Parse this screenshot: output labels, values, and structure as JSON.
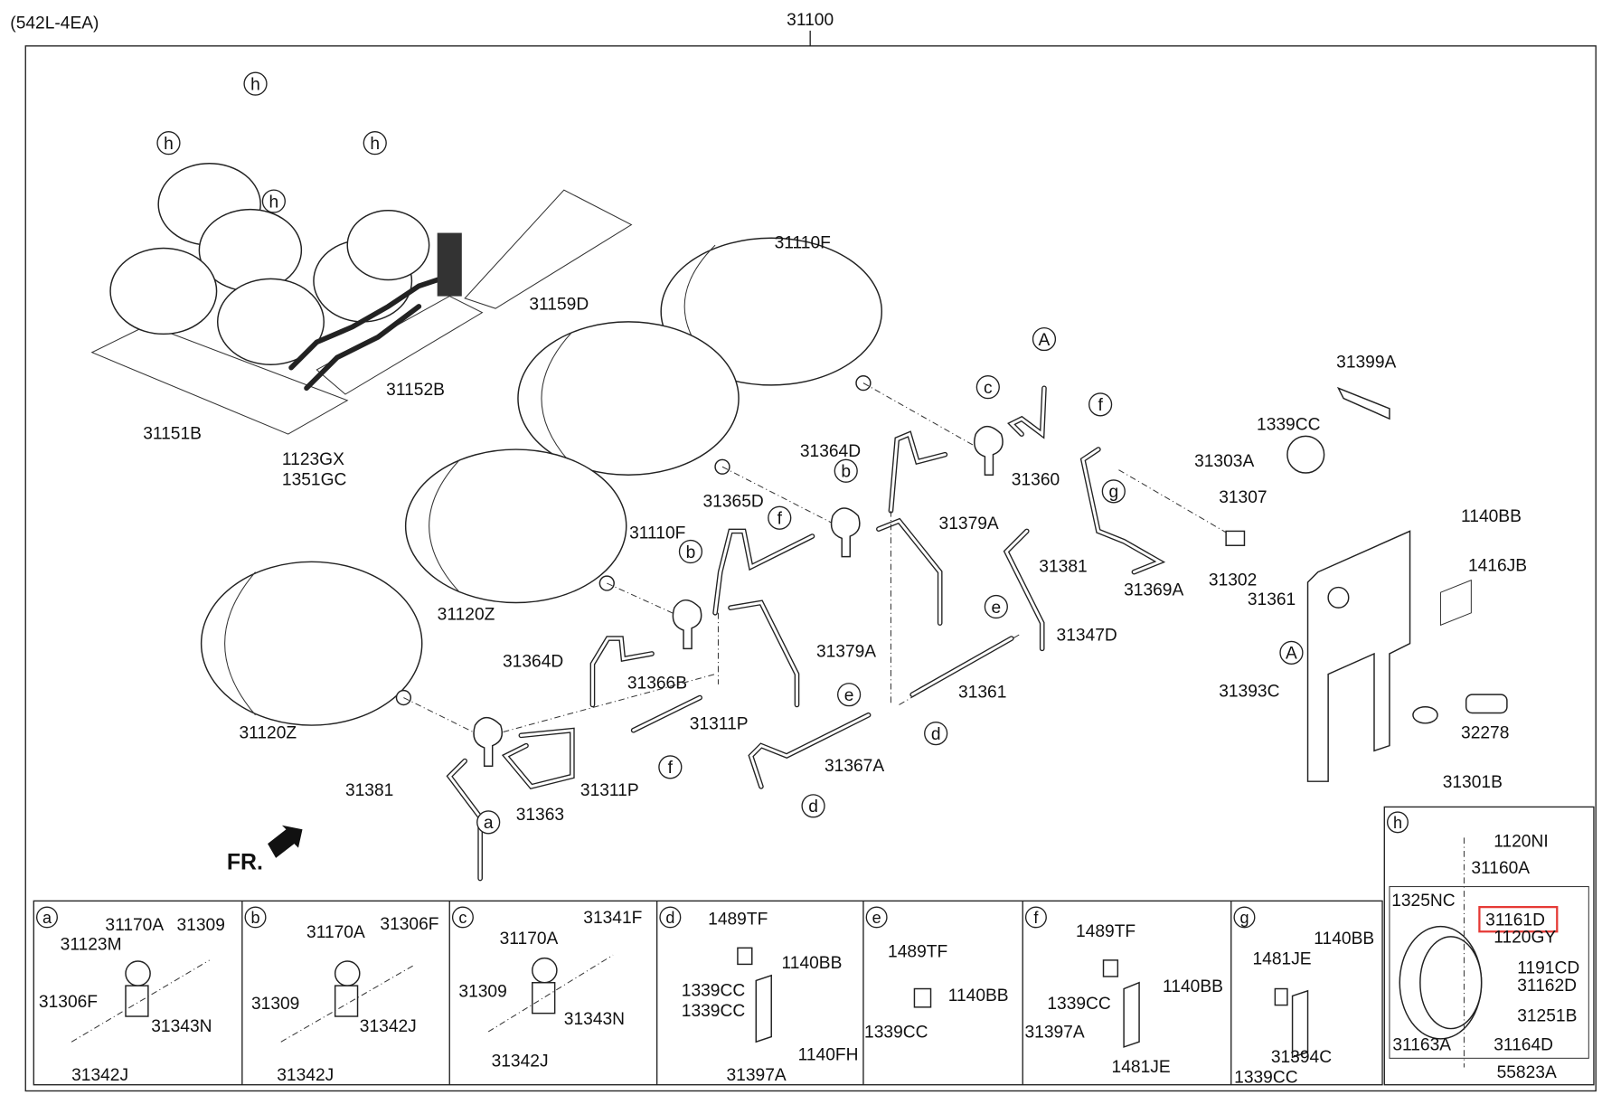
{
  "header": {
    "model_code": "(542L-4EA)",
    "assembly_number": "31100"
  },
  "highlight": {
    "part": "31161D",
    "color": "#e53935"
  },
  "main_labels": [
    "31110F",
    "31159D",
    "31152B",
    "31151B",
    "1123GX",
    "1351GC",
    "31110F",
    "31120Z",
    "31120Z",
    "31364D",
    "31365D",
    "31379A",
    "31360",
    "31381",
    "31347D",
    "31369A",
    "31361",
    "31379A",
    "31364D",
    "31366B",
    "31311P",
    "31367A",
    "31311P",
    "31363",
    "31381",
    "31399A",
    "1339CC",
    "31303A",
    "31307",
    "1140BB",
    "1416JB",
    "31302",
    "31361",
    "31393C",
    "32278",
    "31301B"
  ],
  "direction_label": "FR.",
  "callouts": [
    "h",
    "h",
    "h",
    "h",
    "A",
    "c",
    "f",
    "b",
    "g",
    "f",
    "b",
    "e",
    "e",
    "d",
    "f",
    "a",
    "d",
    "A"
  ],
  "panels": [
    {
      "letter": "a",
      "labels": [
        "31170A",
        "31309",
        "31123M",
        "31306F",
        "31343N",
        "31342J"
      ]
    },
    {
      "letter": "b",
      "labels": [
        "31170A",
        "31306F",
        "31309",
        "31342J",
        "31342J"
      ]
    },
    {
      "letter": "c",
      "labels": [
        "31341F",
        "31170A",
        "31309",
        "31343N",
        "31342J"
      ]
    },
    {
      "letter": "d",
      "labels": [
        "1489TF",
        "1140BB",
        "1339CC",
        "1339CC",
        "1140FH",
        "31397A"
      ]
    },
    {
      "letter": "e",
      "labels": [
        "1489TF",
        "1140BB",
        "1339CC"
      ]
    },
    {
      "letter": "f",
      "labels": [
        "1489TF",
        "1339CC",
        "1140BB",
        "31397A",
        "1481JE"
      ]
    },
    {
      "letter": "g",
      "labels": [
        "1140BB",
        "1481JE",
        "31394C",
        "1339CC"
      ]
    },
    {
      "letter": "h",
      "labels": [
        "1120NI",
        "31160A",
        "1325NC",
        "31161D",
        "1120GY",
        "1191CD",
        "31162D",
        "31251B",
        "31163A",
        "31164D",
        "55823A"
      ]
    }
  ]
}
